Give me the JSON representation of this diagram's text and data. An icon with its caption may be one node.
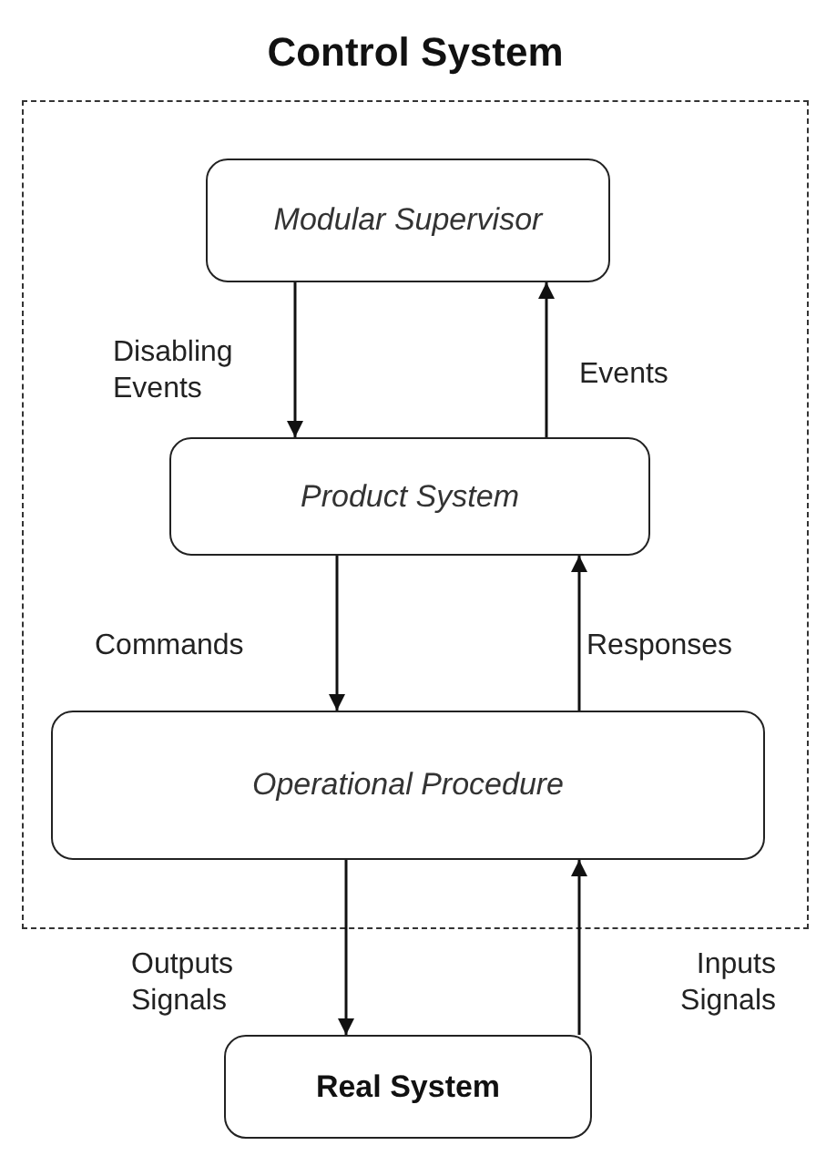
{
  "diagram": {
    "nodes": [
      {
        "text": [
          "Control System"
        ]
      },
      {
        "text": [
          "Modular Supervisor"
        ],
        "in": 0
      },
      {
        "text": [
          "Product System"
        ],
        "in": 0
      },
      {
        "text": [
          "Operational Procedure"
        ],
        "in": 0
      },
      {
        "text": [
          "Real System"
        ]
      }
    ],
    "edges": [
      {
        "from": 1,
        "to": 2,
        "arrow": "to",
        "label": "Disabling Events"
      },
      {
        "from": 2,
        "to": 1,
        "arrow": "to",
        "label": "Events"
      },
      {
        "from": 2,
        "to": 3,
        "arrow": "to",
        "label": "Commands"
      },
      {
        "from": 3,
        "to": 2,
        "arrow": "to",
        "label": "Responses"
      },
      {
        "from": 3,
        "to": 4,
        "arrow": "to",
        "label": "Outputs Signals"
      },
      {
        "from": 4,
        "to": 3,
        "arrow": "to",
        "label": "Inputs Signals"
      }
    ]
  }
}
